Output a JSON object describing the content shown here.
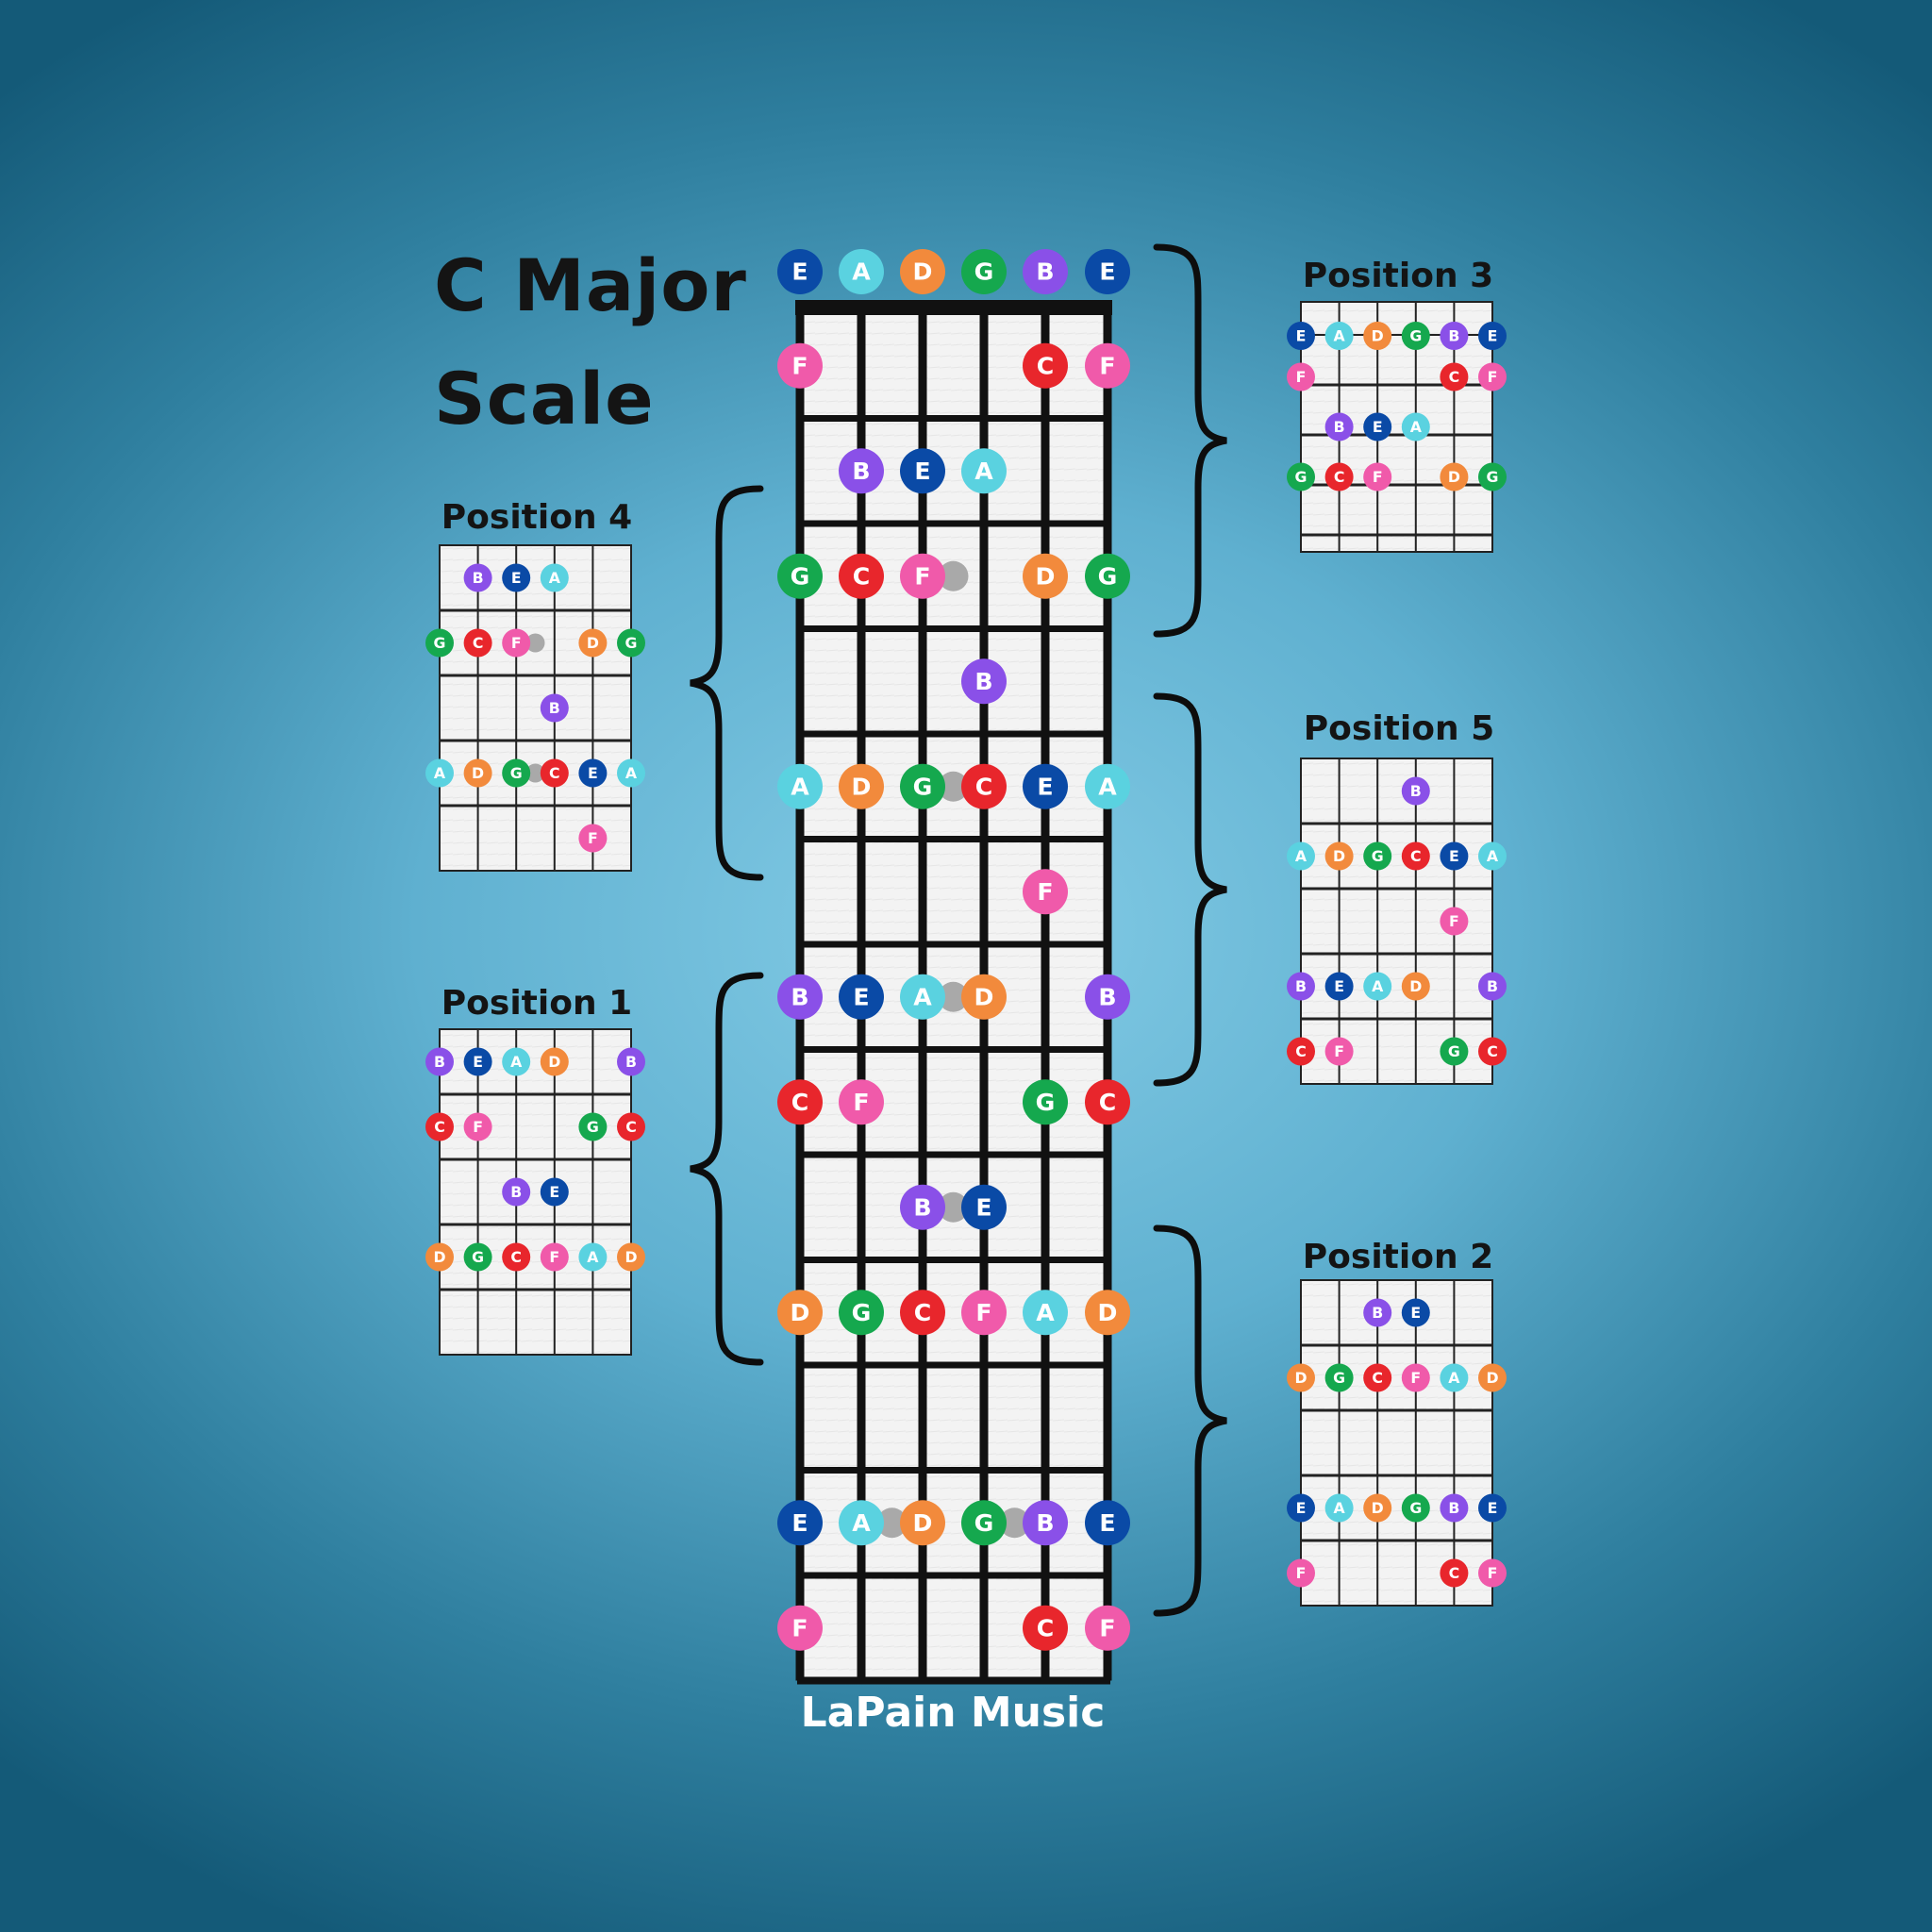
{
  "title_line1": "C Major",
  "title_line2": "Scale",
  "brand": "LaPain Music",
  "colors": {
    "C": "#e8262c",
    "D": "#f28a3c",
    "E": "#0a4aa6",
    "F": "#f05aaa",
    "G": "#15a84e",
    "A": "#5ad2e0",
    "B": "#8a50e8",
    "ghost": "#a9a9a9"
  },
  "open_strings": [
    "E",
    "A",
    "D",
    "G",
    "B",
    "E"
  ],
  "fretboard": {
    "fret_count": 13,
    "notes": [
      {
        "f": 1,
        "s": 0,
        "n": "F"
      },
      {
        "f": 1,
        "s": 4,
        "n": "C"
      },
      {
        "f": 1,
        "s": 5,
        "n": "F"
      },
      {
        "f": 2,
        "s": 1,
        "n": "B"
      },
      {
        "f": 2,
        "s": 2,
        "n": "E"
      },
      {
        "f": 2,
        "s": 3,
        "n": "A"
      },
      {
        "f": 3,
        "s": 0,
        "n": "G"
      },
      {
        "f": 3,
        "s": 1,
        "n": "C"
      },
      {
        "f": 3,
        "s": 2,
        "n": "F"
      },
      {
        "f": 3,
        "s": 4,
        "n": "D"
      },
      {
        "f": 3,
        "s": 5,
        "n": "G"
      },
      {
        "f": 4,
        "s": 3,
        "n": "B"
      },
      {
        "f": 5,
        "s": 0,
        "n": "A"
      },
      {
        "f": 5,
        "s": 1,
        "n": "D"
      },
      {
        "f": 5,
        "s": 2,
        "n": "G"
      },
      {
        "f": 5,
        "s": 3,
        "n": "C"
      },
      {
        "f": 5,
        "s": 4,
        "n": "E"
      },
      {
        "f": 5,
        "s": 5,
        "n": "A"
      },
      {
        "f": 6,
        "s": 4,
        "n": "F"
      },
      {
        "f": 7,
        "s": 0,
        "n": "B"
      },
      {
        "f": 7,
        "s": 1,
        "n": "E"
      },
      {
        "f": 7,
        "s": 2,
        "n": "A"
      },
      {
        "f": 7,
        "s": 3,
        "n": "D"
      },
      {
        "f": 7,
        "s": 5,
        "n": "B"
      },
      {
        "f": 8,
        "s": 0,
        "n": "C"
      },
      {
        "f": 8,
        "s": 1,
        "n": "F"
      },
      {
        "f": 8,
        "s": 4,
        "n": "G"
      },
      {
        "f": 8,
        "s": 5,
        "n": "C"
      },
      {
        "f": 9,
        "s": 2,
        "n": "B"
      },
      {
        "f": 9,
        "s": 3,
        "n": "E"
      },
      {
        "f": 10,
        "s": 0,
        "n": "D"
      },
      {
        "f": 10,
        "s": 1,
        "n": "G"
      },
      {
        "f": 10,
        "s": 2,
        "n": "C"
      },
      {
        "f": 10,
        "s": 3,
        "n": "F"
      },
      {
        "f": 10,
        "s": 4,
        "n": "A"
      },
      {
        "f": 10,
        "s": 5,
        "n": "D"
      },
      {
        "f": 12,
        "s": 0,
        "n": "E"
      },
      {
        "f": 12,
        "s": 1,
        "n": "A"
      },
      {
        "f": 12,
        "s": 2,
        "n": "D"
      },
      {
        "f": 12,
        "s": 3,
        "n": "G"
      },
      {
        "f": 12,
        "s": 4,
        "n": "B"
      },
      {
        "f": 12,
        "s": 5,
        "n": "E"
      },
      {
        "f": 13,
        "s": 0,
        "n": "F"
      },
      {
        "f": 13,
        "s": 4,
        "n": "C"
      },
      {
        "f": 13,
        "s": 5,
        "n": "F"
      }
    ],
    "ghosts": [
      {
        "f": 3,
        "s": 2.5
      },
      {
        "f": 5,
        "s": 2.5
      },
      {
        "f": 7,
        "s": 2.5
      },
      {
        "f": 9,
        "s": 2.5
      },
      {
        "f": 12,
        "s": 1.5
      },
      {
        "f": 12,
        "s": 3.5
      }
    ]
  },
  "positions": [
    {
      "id": "position-3",
      "label": "Position 3",
      "side": "right",
      "notes": [
        {
          "r": 0,
          "s": 0,
          "n": "E"
        },
        {
          "r": 0,
          "s": 1,
          "n": "A"
        },
        {
          "r": 0,
          "s": 2,
          "n": "D"
        },
        {
          "r": 0,
          "s": 3,
          "n": "G"
        },
        {
          "r": 0,
          "s": 4,
          "n": "B"
        },
        {
          "r": 0,
          "s": 5,
          "n": "E"
        },
        {
          "r": 1,
          "s": 0,
          "n": "F"
        },
        {
          "r": 1,
          "s": 4,
          "n": "C"
        },
        {
          "r": 1,
          "s": 5,
          "n": "F"
        },
        {
          "r": 2,
          "s": 1,
          "n": "B"
        },
        {
          "r": 2,
          "s": 2,
          "n": "E"
        },
        {
          "r": 2,
          "s": 3,
          "n": "A"
        },
        {
          "r": 3,
          "s": 0,
          "n": "G"
        },
        {
          "r": 3,
          "s": 1,
          "n": "C"
        },
        {
          "r": 3,
          "s": 2,
          "n": "F"
        },
        {
          "r": 3,
          "s": 4,
          "n": "D"
        },
        {
          "r": 3,
          "s": 5,
          "n": "G"
        }
      ],
      "ghosts": []
    },
    {
      "id": "position-4",
      "label": "Position 4",
      "side": "left",
      "notes": [
        {
          "r": 0.5,
          "s": 1,
          "n": "B"
        },
        {
          "r": 0.5,
          "s": 2,
          "n": "E"
        },
        {
          "r": 0.5,
          "s": 3,
          "n": "A"
        },
        {
          "r": 1.5,
          "s": 0,
          "n": "G"
        },
        {
          "r": 1.5,
          "s": 1,
          "n": "C"
        },
        {
          "r": 1.5,
          "s": 2,
          "n": "F"
        },
        {
          "r": 1.5,
          "s": 4,
          "n": "D"
        },
        {
          "r": 1.5,
          "s": 5,
          "n": "G"
        },
        {
          "r": 2.5,
          "s": 3,
          "n": "B"
        },
        {
          "r": 3.5,
          "s": 0,
          "n": "A"
        },
        {
          "r": 3.5,
          "s": 1,
          "n": "D"
        },
        {
          "r": 3.5,
          "s": 2,
          "n": "G"
        },
        {
          "r": 3.5,
          "s": 3,
          "n": "C"
        },
        {
          "r": 3.5,
          "s": 4,
          "n": "E"
        },
        {
          "r": 3.5,
          "s": 5,
          "n": "A"
        },
        {
          "r": 4.5,
          "s": 4,
          "n": "F"
        }
      ],
      "ghosts": [
        {
          "r": 1.5,
          "s": 2.5
        },
        {
          "r": 3.5,
          "s": 2.5
        }
      ]
    },
    {
      "id": "position-5",
      "label": "Position 5",
      "side": "right",
      "notes": [
        {
          "r": 0.5,
          "s": 3,
          "n": "B"
        },
        {
          "r": 1.5,
          "s": 0,
          "n": "A"
        },
        {
          "r": 1.5,
          "s": 1,
          "n": "D"
        },
        {
          "r": 1.5,
          "s": 2,
          "n": "G"
        },
        {
          "r": 1.5,
          "s": 3,
          "n": "C"
        },
        {
          "r": 1.5,
          "s": 4,
          "n": "E"
        },
        {
          "r": 1.5,
          "s": 5,
          "n": "A"
        },
        {
          "r": 2.5,
          "s": 4,
          "n": "F"
        },
        {
          "r": 3.5,
          "s": 0,
          "n": "B"
        },
        {
          "r": 3.5,
          "s": 1,
          "n": "E"
        },
        {
          "r": 3.5,
          "s": 2,
          "n": "A"
        },
        {
          "r": 3.5,
          "s": 3,
          "n": "D"
        },
        {
          "r": 3.5,
          "s": 5,
          "n": "B"
        },
        {
          "r": 4.5,
          "s": 0,
          "n": "C"
        },
        {
          "r": 4.5,
          "s": 1,
          "n": "F"
        },
        {
          "r": 4.5,
          "s": 4,
          "n": "G"
        },
        {
          "r": 4.5,
          "s": 5,
          "n": "C"
        }
      ],
      "ghosts": []
    },
    {
      "id": "position-1",
      "label": "Position 1",
      "side": "left",
      "notes": [
        {
          "r": 0.5,
          "s": 0,
          "n": "B"
        },
        {
          "r": 0.5,
          "s": 1,
          "n": "E"
        },
        {
          "r": 0.5,
          "s": 2,
          "n": "A"
        },
        {
          "r": 0.5,
          "s": 3,
          "n": "D"
        },
        {
          "r": 0.5,
          "s": 5,
          "n": "B"
        },
        {
          "r": 1.5,
          "s": 0,
          "n": "C"
        },
        {
          "r": 1.5,
          "s": 1,
          "n": "F"
        },
        {
          "r": 1.5,
          "s": 4,
          "n": "G"
        },
        {
          "r": 1.5,
          "s": 5,
          "n": "C"
        },
        {
          "r": 2.5,
          "s": 2,
          "n": "B"
        },
        {
          "r": 2.5,
          "s": 3,
          "n": "E"
        },
        {
          "r": 3.5,
          "s": 0,
          "n": "D"
        },
        {
          "r": 3.5,
          "s": 1,
          "n": "G"
        },
        {
          "r": 3.5,
          "s": 2,
          "n": "C"
        },
        {
          "r": 3.5,
          "s": 3,
          "n": "F"
        },
        {
          "r": 3.5,
          "s": 4,
          "n": "A"
        },
        {
          "r": 3.5,
          "s": 5,
          "n": "D"
        }
      ],
      "ghosts": []
    },
    {
      "id": "position-2",
      "label": "Position 2",
      "side": "right",
      "notes": [
        {
          "r": 0.5,
          "s": 2,
          "n": "B"
        },
        {
          "r": 0.5,
          "s": 3,
          "n": "E"
        },
        {
          "r": 1.5,
          "s": 0,
          "n": "D"
        },
        {
          "r": 1.5,
          "s": 1,
          "n": "G"
        },
        {
          "r": 1.5,
          "s": 2,
          "n": "C"
        },
        {
          "r": 1.5,
          "s": 3,
          "n": "F"
        },
        {
          "r": 1.5,
          "s": 4,
          "n": "A"
        },
        {
          "r": 1.5,
          "s": 5,
          "n": "D"
        },
        {
          "r": 3.5,
          "s": 0,
          "n": "E"
        },
        {
          "r": 3.5,
          "s": 1,
          "n": "A"
        },
        {
          "r": 3.5,
          "s": 2,
          "n": "D"
        },
        {
          "r": 3.5,
          "s": 3,
          "n": "G"
        },
        {
          "r": 3.5,
          "s": 4,
          "n": "B"
        },
        {
          "r": 3.5,
          "s": 5,
          "n": "E"
        },
        {
          "r": 4.5,
          "s": 0,
          "n": "F"
        },
        {
          "r": 4.5,
          "s": 4,
          "n": "C"
        },
        {
          "r": 4.5,
          "s": 5,
          "n": "F"
        }
      ],
      "ghosts": []
    }
  ]
}
